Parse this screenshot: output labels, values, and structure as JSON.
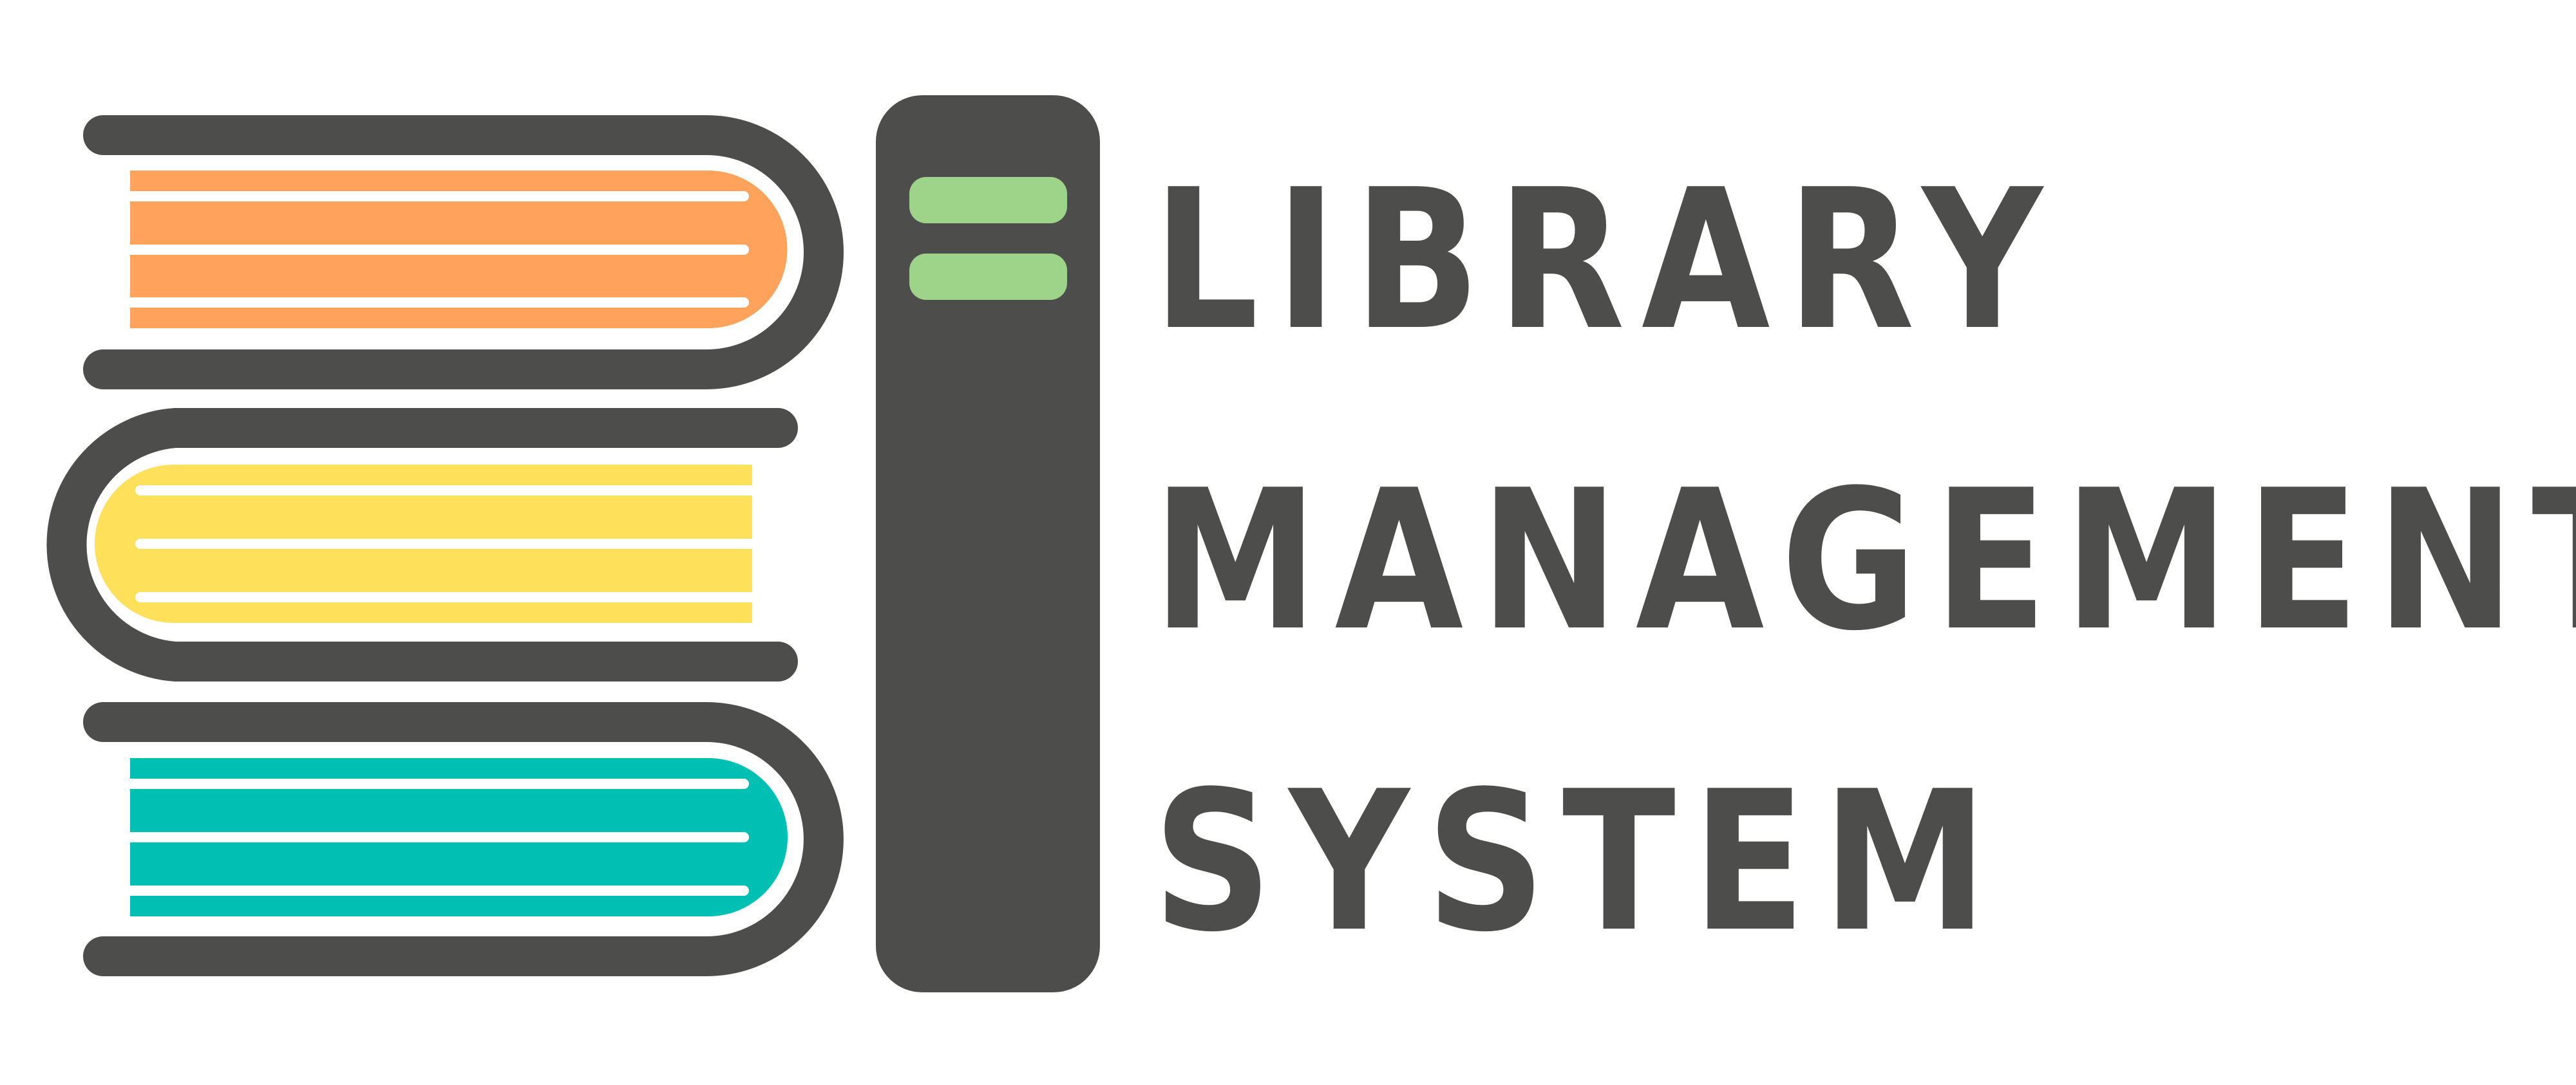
{
  "logo": {
    "icon_name": "book-stack-with-shelf-icon",
    "colors": {
      "dark": "#4d4d4b",
      "book_orange": "#ffa35c",
      "book_yellow": "#ffe05a",
      "book_teal": "#00c0b4",
      "shelf_label_green": "#9ed38a",
      "background": "#ffffff"
    }
  },
  "title": {
    "line1": "LIBRARY",
    "line2": "MANAGEMENT",
    "line3": "SYSTEM"
  }
}
